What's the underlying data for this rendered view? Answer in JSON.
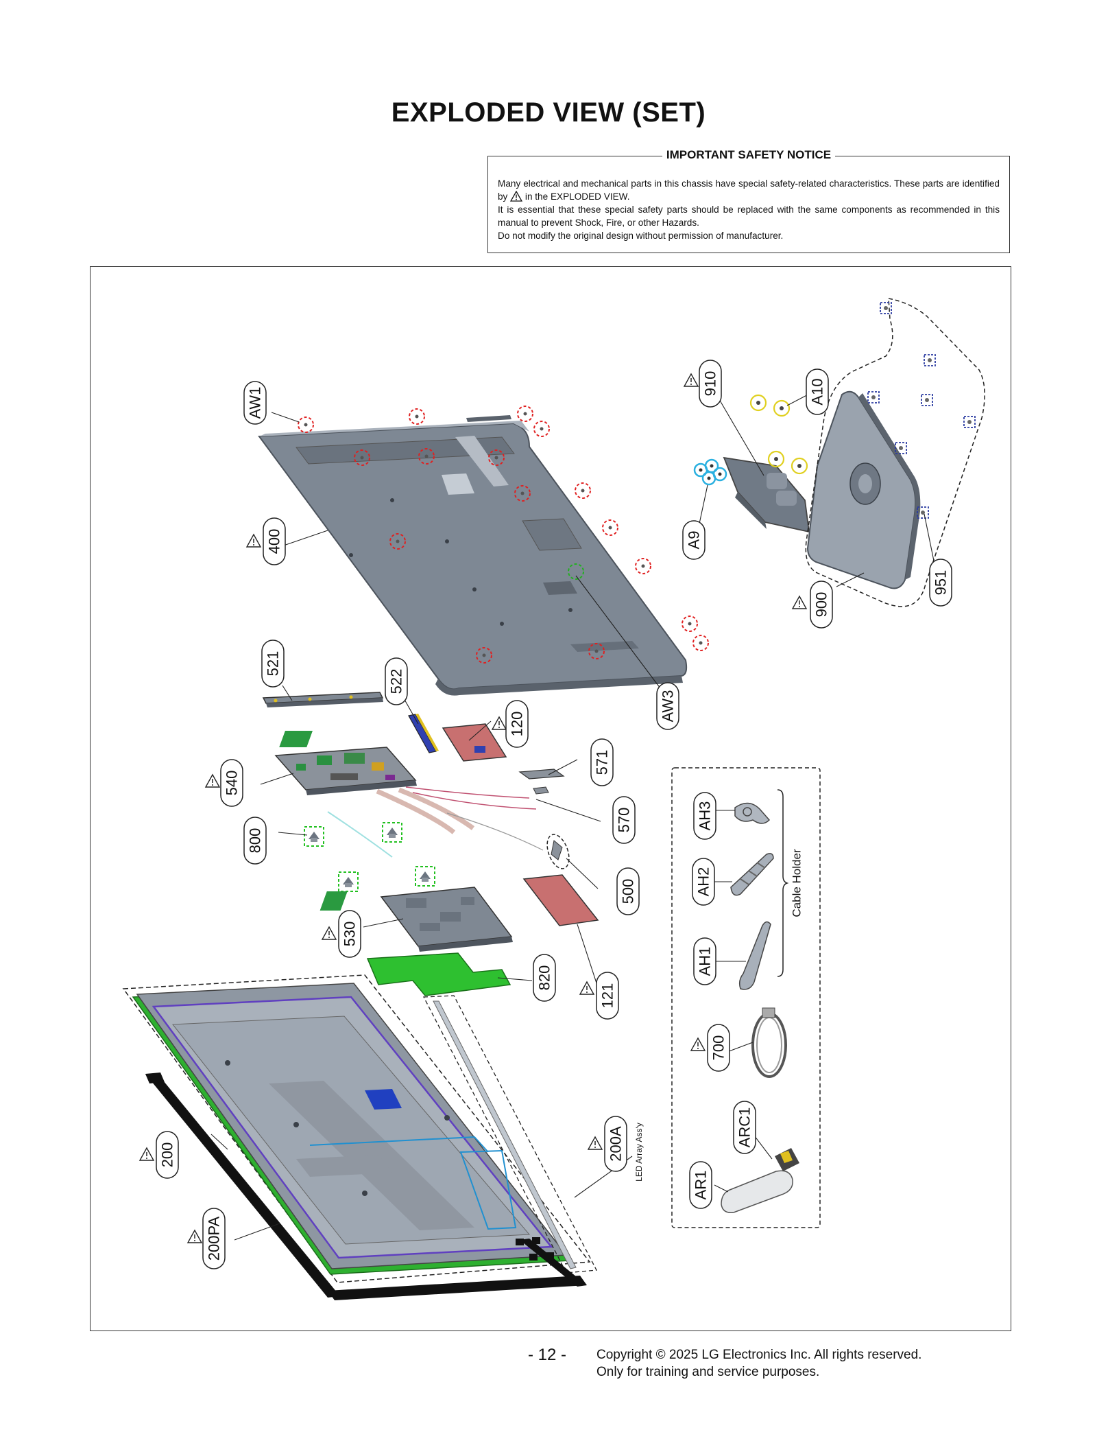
{
  "page": {
    "title": "EXPLODED VIEW (SET)"
  },
  "notice": {
    "title": "IMPORTANT SAFETY NOTICE",
    "line1_pre": "Many electrical and mechanical parts in this chassis have special safety-related characteristics. These parts are identified by",
    "line1_post": "in the EXPLODED VIEW.",
    "line2": "It is essential that these special safety parts should be replaced with the same components as recommended in this manual to prevent Shock, Fire, or other Hazards.",
    "line3": "Do not modify the original design without permission of manufacturer."
  },
  "labels": {
    "aw1": "AW1",
    "p400": "400",
    "p910": "910",
    "a10": "A10",
    "a9": "A9",
    "p951": "951",
    "p900": "900",
    "p521": "521",
    "p522": "522",
    "p120": "120",
    "aw3": "AW3",
    "p540": "540",
    "p571": "571",
    "p570": "570",
    "p800": "800",
    "p500": "500",
    "p530": "530",
    "p820": "820",
    "p121": "121",
    "p200": "200",
    "p200pa": "200PA",
    "p200a": "200A",
    "ah3": "AH3",
    "ah2": "AH2",
    "ah1": "AH1",
    "p700": "700",
    "arc1": "ARC1",
    "ar1": "AR1"
  },
  "annotations": {
    "cable_holder": "Cable Holder",
    "led_array": "LED Array Ass'y"
  },
  "footer": {
    "page_number": "- 12 -",
    "copyright": "Copyright © 2025 LG Electronics Inc. All rights reserved.",
    "purpose": "Only for training and service purposes."
  }
}
